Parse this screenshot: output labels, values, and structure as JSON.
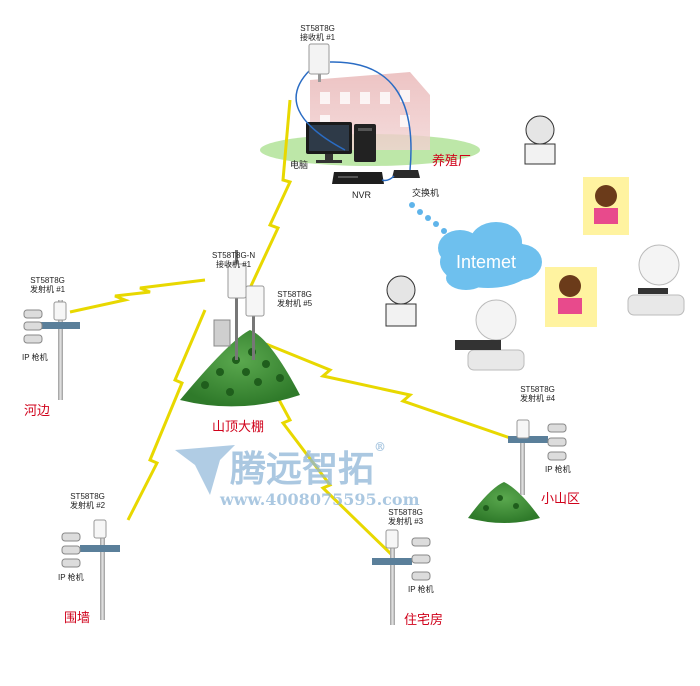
{
  "receiver1": {
    "model": "ST58T8G",
    "name": "接收机 #1"
  },
  "receiver_n": {
    "model": "ST58T8G-N",
    "name": "接收机 #1"
  },
  "tx5": {
    "model": "ST58T8G",
    "name": "发射机 #5"
  },
  "tx_left": {
    "model": "ST58T8G",
    "name": "发射机 #1"
  },
  "tx2": {
    "model": "ST58T8G",
    "name": "发射机 #2"
  },
  "tx3": {
    "model": "ST58T8G",
    "name": "发射机 #3"
  },
  "tx4": {
    "model": "ST58T8G",
    "name": "发射机 #4"
  },
  "ip_camera": "IP 枪机",
  "labels": {
    "computer": "电脑",
    "nvr": "NVR",
    "switch": "交换机",
    "internet": "Intemet",
    "farm": "养殖厂",
    "mountain": "山顶大棚",
    "river": "河边",
    "wall": "围墙",
    "residence": "住宅房",
    "hill": "小山区"
  },
  "watermark": {
    "name": "腾远智拓",
    "registered": "®",
    "url": "www.4008075595.com"
  },
  "colors": {
    "link": "#f2e600",
    "location": "#d0021b",
    "cable": "#2a6cc4",
    "cloud": "#6ec0ee",
    "tree": "#2f7a2a"
  }
}
